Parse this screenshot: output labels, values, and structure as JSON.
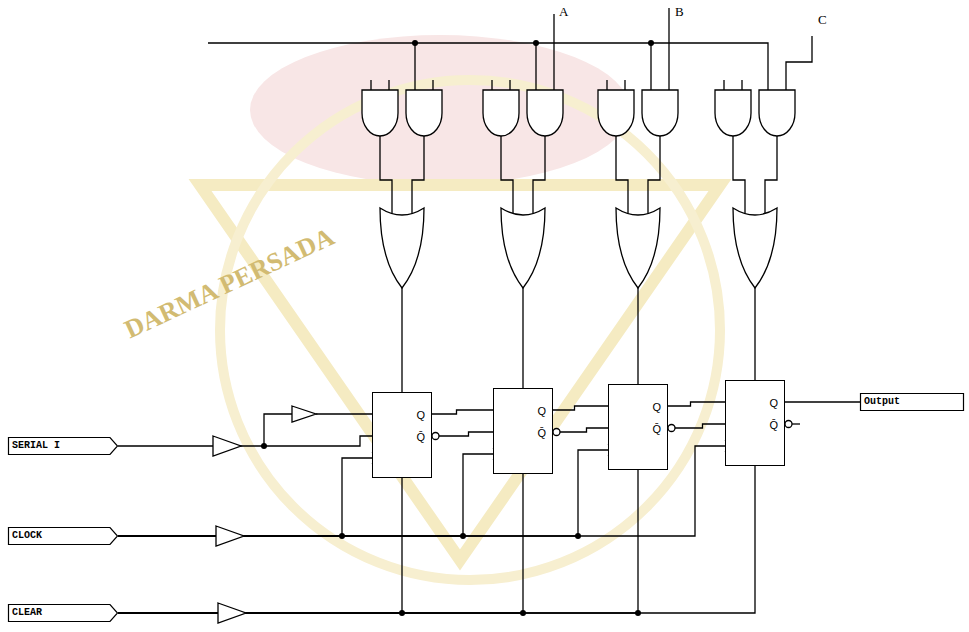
{
  "diagram": {
    "nodes": [
      {
        "text": [
          "Q",
          "Q̄"
        ]
      },
      {
        "text": [
          "Q",
          "Q̄"
        ]
      },
      {
        "text": [
          "Q",
          "Q̄"
        ]
      },
      {
        "text": [
          "Q",
          "Q̄"
        ]
      },
      {
        "text": [
          "Output"
        ]
      },
      {
        "text": [
          "SERIAL I"
        ]
      },
      {
        "text": [
          "CLOCK"
        ]
      },
      {
        "text": [
          "CLEAR"
        ]
      }
    ],
    "edges": [
      {
        "from": 5,
        "to": 0,
        "arrow": "none"
      },
      {
        "from": 0,
        "to": 1,
        "arrow": "none"
      },
      {
        "from": 0,
        "to": 1,
        "arrow": "none"
      },
      {
        "from": 1,
        "to": 2,
        "arrow": "none"
      },
      {
        "from": 1,
        "to": 2,
        "arrow": "none"
      },
      {
        "from": 2,
        "to": 3,
        "arrow": "none"
      },
      {
        "from": 2,
        "to": 3,
        "arrow": "none"
      },
      {
        "from": 3,
        "to": 4,
        "arrow": "none"
      },
      {
        "from": 6,
        "to": 0,
        "arrow": "none"
      },
      {
        "from": 6,
        "to": 1,
        "arrow": "none"
      },
      {
        "from": 6,
        "to": 2,
        "arrow": "none"
      },
      {
        "from": 6,
        "to": 3,
        "arrow": "none"
      },
      {
        "from": 7,
        "to": 0,
        "arrow": "none"
      },
      {
        "from": 7,
        "to": 1,
        "arrow": "none"
      },
      {
        "from": 7,
        "to": 2,
        "arrow": "none"
      },
      {
        "from": 7,
        "to": 3,
        "arrow": "none"
      }
    ],
    "labels": [
      "A",
      "B",
      "C",
      "DARMA PERSADA"
    ]
  }
}
